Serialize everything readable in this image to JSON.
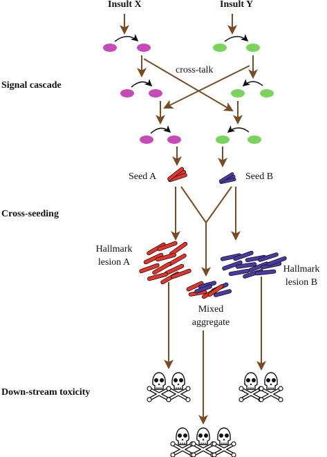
{
  "insults": {
    "x": "Insult X",
    "y": "Insult Y"
  },
  "stages": {
    "signal_cascade": "Signal cascade",
    "cross_seeding": "Cross-seeding",
    "downstream_toxicity": "Down-stream toxicity"
  },
  "labels": {
    "cross_talk": "cross-talk",
    "seed_a": "Seed A",
    "seed_b": "Seed B",
    "lesion_a_line1": "Hallmark",
    "lesion_a_line2": "lesion A",
    "lesion_b_line1": "Hallmark",
    "lesion_b_line2": "lesion B",
    "mixed_line1": "Mixed",
    "mixed_line2": "aggregate"
  },
  "colors": {
    "arrow": "#7a4a24",
    "pathway_x": "#c64ab8",
    "pathway_y": "#79d35d",
    "seed_a": "#e8332b",
    "seed_b": "#4b3aa3",
    "skull": "#ffffff",
    "outline": "#111111"
  },
  "icons": {
    "toxicity": "skull-crossbones-icon",
    "curved_arrow": "curved-arrow-icon"
  }
}
